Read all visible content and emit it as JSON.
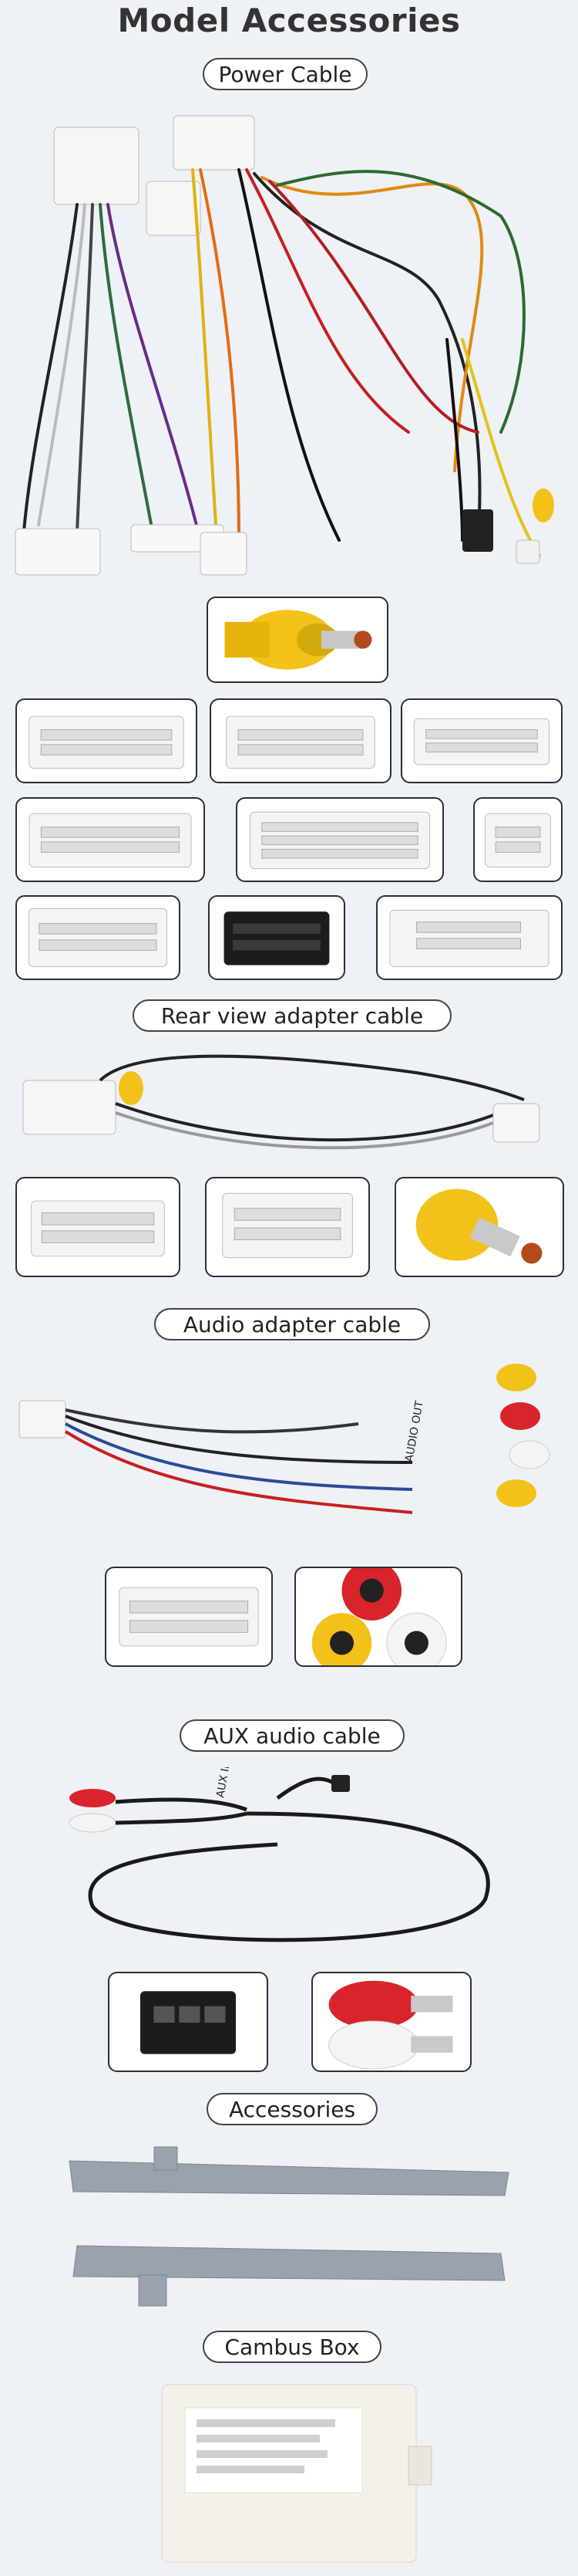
{
  "page": {
    "title": "Model Accessories"
  },
  "sections": {
    "power_cable": "Power Cable",
    "rear_view_adapter": "Rear view adapter cable",
    "audio_adapter": "Audio adapter cable",
    "aux_audio": "AUX audio cable",
    "accessories": "Accessories",
    "cambus_box": "Cambus Box"
  },
  "labels": {
    "audio_out": "AUDIO OUT",
    "aux_in": "AUX IN"
  },
  "colors": {
    "background": "#eef1f6",
    "frame": "#2c2f35",
    "rca_yellow": "#f2c21a",
    "rca_red": "#d8242a",
    "rca_white": "#f4f4f4",
    "bracket_gray": "#9aa3ad"
  }
}
